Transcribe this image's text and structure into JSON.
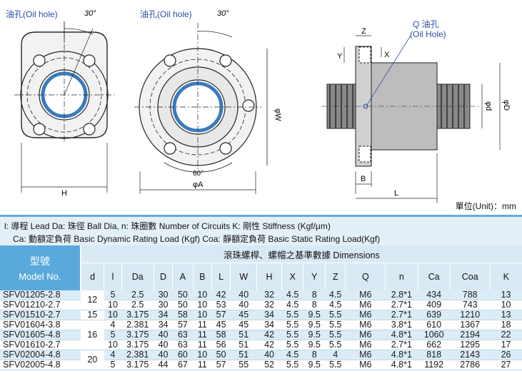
{
  "drawings": {
    "left_oil_hole": "油孔(Oil hole)",
    "left_angle": "30°",
    "left_dim_h": "H",
    "mid_oil_hole": "油孔(Oil hole)",
    "mid_angle": "30°",
    "mid_angle_60": "60°",
    "mid_dim_w": "φW",
    "mid_dim_a": "φA",
    "right_q_line1": "Q 油孔",
    "right_q_line2": "(Oil Hole)",
    "right_z": "Z",
    "right_y": "Y",
    "right_x": "X",
    "right_b": "B",
    "right_l": "L",
    "right_d": "φd",
    "right_bigd": "φD"
  },
  "unit": "單位(Unit)：mm",
  "legend": {
    "line1": "l: 導程  Lead     Da: 珠徑  Ball Dia,   n: 珠圈數  Number of Circuits    K: 剛性  Stiffness (Kgf/μm)",
    "line2": "Ca: 動額定負荷  Basic Dynamic Rating Load (Kgf)    Coa: 靜額定負荷  Basic Static Rating Load(Kgf)"
  },
  "table": {
    "model_zh": "型號",
    "model_en": "Model No.",
    "dims_title": "滾珠螺桿、螺帽之基準數據  Dimensions",
    "columns": [
      "d",
      "l",
      "Da",
      "D",
      "A",
      "B",
      "L",
      "W",
      "H",
      "X",
      "Y",
      "Z",
      "Q",
      "n",
      "Ca",
      "Coa",
      "K"
    ],
    "d_groups": [
      "12",
      "15",
      "16",
      "20"
    ],
    "rows": [
      {
        "model": "SFV01205-2.8",
        "l": "5",
        "Da": "2.5",
        "D": "30",
        "A": "50",
        "B": "10",
        "L": "42",
        "W": "40",
        "H": "32",
        "X": "4.5",
        "Y": "8",
        "Z": "4.5",
        "Q": "M6",
        "n": "2.8*1",
        "Ca": "434",
        "Coa": "788",
        "K": "13"
      },
      {
        "model": "SFV01210-2.7",
        "l": "10",
        "Da": "2.5",
        "D": "30",
        "A": "50",
        "B": "10",
        "L": "53",
        "W": "40",
        "H": "32",
        "X": "4.5",
        "Y": "8",
        "Z": "4.5",
        "Q": "M6",
        "n": "2.7*1",
        "Ca": "409",
        "Coa": "743",
        "K": "10"
      },
      {
        "model": "SFV01510-2.7",
        "l": "10",
        "Da": "3.175",
        "D": "34",
        "A": "58",
        "B": "10",
        "L": "57",
        "W": "45",
        "H": "34",
        "X": "5.5",
        "Y": "9.5",
        "Z": "5.5",
        "Q": "M6",
        "n": "2.7*1",
        "Ca": "639",
        "Coa": "1210",
        "K": "13"
      },
      {
        "model": "SFV01604-3.8",
        "l": "4",
        "Da": "2.381",
        "D": "34",
        "A": "57",
        "B": "11",
        "L": "45",
        "W": "45",
        "H": "34",
        "X": "5.5",
        "Y": "9.5",
        "Z": "5.5",
        "Q": "M6",
        "n": "3.8*1",
        "Ca": "610",
        "Coa": "1367",
        "K": "18"
      },
      {
        "model": "SFV01605-4.8",
        "l": "5",
        "Da": "3.175",
        "D": "40",
        "A": "63",
        "B": "11",
        "L": "58",
        "W": "51",
        "H": "42",
        "X": "5.5",
        "Y": "9.5",
        "Z": "5.5",
        "Q": "M6",
        "n": "4.8*1",
        "Ca": "1060",
        "Coa": "2194",
        "K": "22"
      },
      {
        "model": "SFV01610-2.7",
        "l": "10",
        "Da": "3.175",
        "D": "40",
        "A": "63",
        "B": "11",
        "L": "56",
        "W": "51",
        "H": "42",
        "X": "5.5",
        "Y": "9.5",
        "Z": "5.5",
        "Q": "M6",
        "n": "2.7*1",
        "Ca": "662",
        "Coa": "1295",
        "K": "17"
      },
      {
        "model": "SFV02004-4.8",
        "l": "4",
        "Da": "2.381",
        "D": "40",
        "A": "60",
        "B": "10",
        "L": "50",
        "W": "51",
        "H": "40",
        "X": "4.5",
        "Y": "8",
        "Z": "4",
        "Q": "M6",
        "n": "4.8*1",
        "Ca": "818",
        "Coa": "2143",
        "K": "26"
      },
      {
        "model": "SFV02005-4.8",
        "l": "5",
        "Da": "3.175",
        "D": "44",
        "A": "67",
        "B": "11",
        "L": "57",
        "W": "55",
        "H": "52",
        "X": "5.5",
        "Y": "9.5",
        "Z": "5.5",
        "Q": "M6",
        "n": "4.8*1",
        "Ca": "1192",
        "Coa": "2786",
        "K": "27"
      }
    ]
  }
}
